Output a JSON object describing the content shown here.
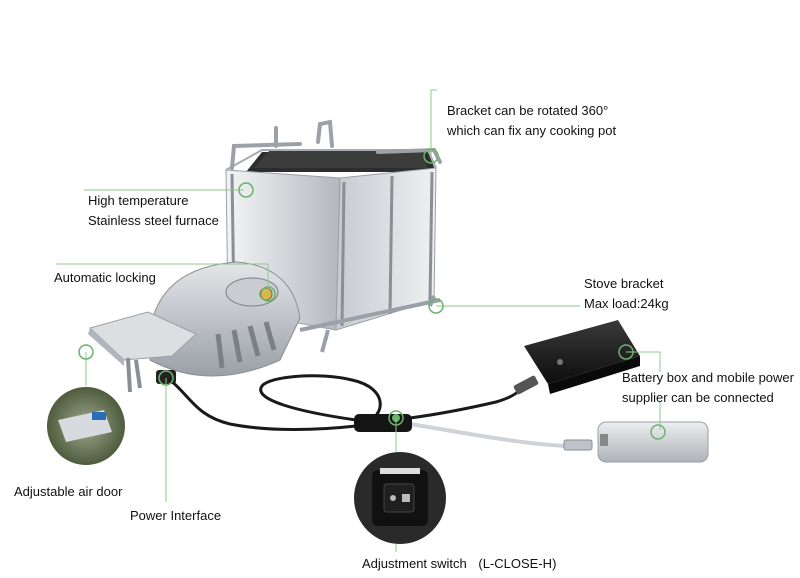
{
  "callouts": {
    "bracket_rotate": {
      "line1": "Bracket can be rotated 360°",
      "line2": "which can fix any cooking pot"
    },
    "furnace": {
      "line1": "High temperature",
      "line2": "Stainless steel furnace"
    },
    "auto_lock": {
      "text": "Automatic locking"
    },
    "stove_bracket": {
      "line1": "Stove bracket",
      "line2": "Max load:24kg"
    },
    "battery": {
      "line1": "Battery box and mobile power",
      "line2": "supplier can be connected"
    },
    "air_door": {
      "text": "Adjustable air door"
    },
    "power": {
      "text": "Power Interface"
    },
    "switch": {
      "text": "Adjustment switch",
      "modes": "(L-CLOSE-H)"
    }
  },
  "colors": {
    "leader": "#8fc98f",
    "marker": "#6bb36b",
    "steel_light": "#e6e8ea",
    "steel_mid": "#c3c7cc",
    "steel_dark": "#8a8f96",
    "interior": "#2d2d2d",
    "cable": "#1a1a1a",
    "battery": "#1e1e1e",
    "powerbank": "#d3d5d8"
  }
}
